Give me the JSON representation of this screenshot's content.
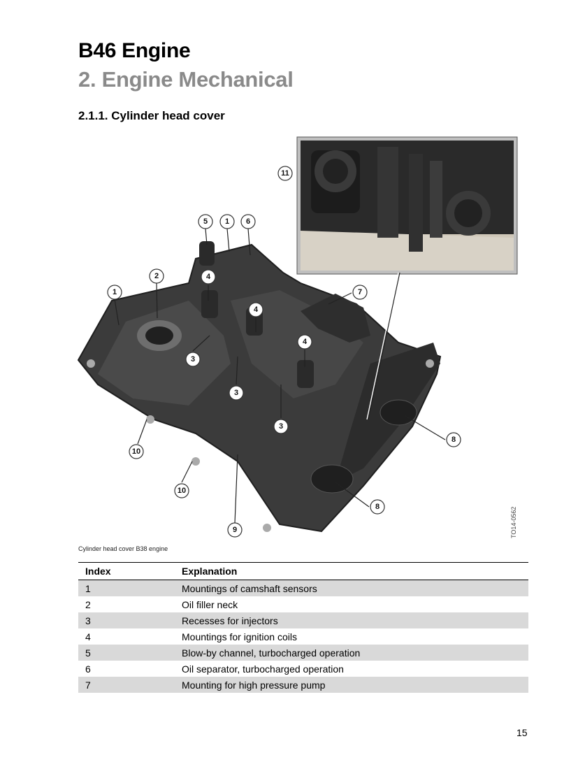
{
  "header": {
    "title": "B46 Engine",
    "subtitle": "2. Engine Mechanical",
    "section": "2.1.1. Cylinder head cover"
  },
  "figure": {
    "caption": "Cylinder head cover B38 engine",
    "code": "TO14-0562",
    "callouts": [
      "1",
      "2",
      "3",
      "4",
      "5",
      "6",
      "7",
      "8",
      "9",
      "10",
      "11"
    ]
  },
  "table": {
    "headers": [
      "Index",
      "Explanation"
    ],
    "rows": [
      {
        "index": "1",
        "explanation": "Mountings of camshaft sensors"
      },
      {
        "index": "2",
        "explanation": "Oil filler neck"
      },
      {
        "index": "3",
        "explanation": "Recesses for injectors"
      },
      {
        "index": "4",
        "explanation": "Mountings for ignition coils"
      },
      {
        "index": "5",
        "explanation": "Blow-by channel, turbocharged operation"
      },
      {
        "index": "6",
        "explanation": "Oil separator, turbocharged operation"
      },
      {
        "index": "7",
        "explanation": "Mounting for high pressure pump"
      }
    ]
  },
  "footer": {
    "page": "15"
  }
}
